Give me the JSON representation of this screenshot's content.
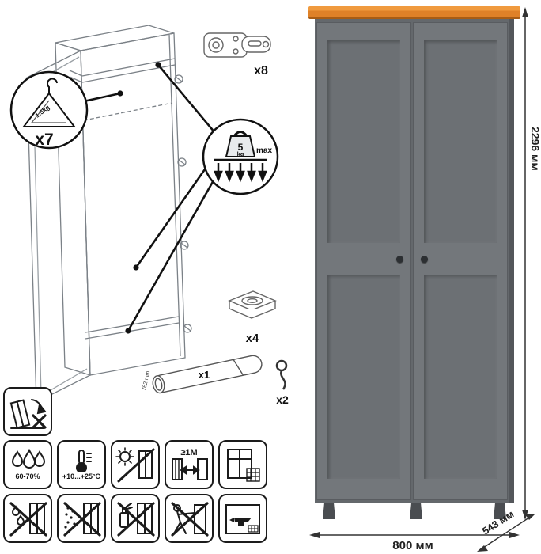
{
  "dimensions": {
    "height": "2296 мм",
    "width": "800 мм",
    "depth": "543 мм"
  },
  "callouts": {
    "hanger_qty": "x7",
    "hanger_weight": "1.5kg",
    "hinge_qty": "x8",
    "load_value": "5",
    "load_unit": "kg",
    "load_max": "max",
    "foot_qty": "x4",
    "rod_qty": "x1",
    "rod_length": "762 mm",
    "hook_qty": "x2"
  },
  "care": {
    "humidity": "60-70%",
    "temperature": "+10...+25°C",
    "distance": "≥1M"
  },
  "colors": {
    "wardrobe_gray": "#6c7074",
    "top_trim_orange": "#df8128",
    "line_drawing": "#7b8187"
  }
}
